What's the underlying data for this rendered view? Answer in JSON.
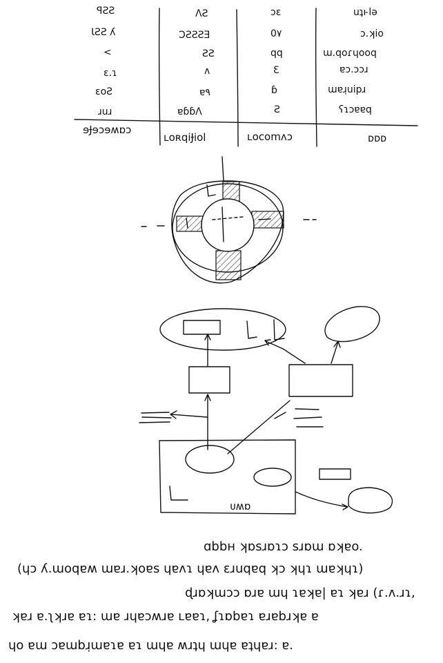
{
  "table": {
    "headers": [
      "ᴅᴅᴅ",
      "ʟocomᴧɔ",
      "ʟoʀqiɈiol",
      "ɘɈɘɔɘʍɒɔ"
    ],
    "rows": [
      [
        "uʇⱶlǝ",
        "ɔɛ",
        "ɅƧ",
        "ꟼƧƧ"
      ],
      [
        "ɔ.ʞio",
        "0٧",
        "ƆƧƧƧƎ",
        "ƖƧƧ ʎ"
      ],
      [
        "ɯ.qoɾɥooq",
        "qq",
        "ƧƧ",
        "<"
      ],
      [
        "ɐɔ.ɔɔɹ",
        "Ɛ",
        "ʌ",
        "ɛ.ɿ"
      ],
      [
        "ɯɐɹ̣uipɹ",
        "ɓ",
        "ɐ٩",
        "ɛoƧ"
      ],
      [
        "ʕɿɔɐɐq",
        "Ƨ",
        "ɐɓɓɅ",
        "ɹuɹ"
      ]
    ]
  },
  "diagram": {
    "cpu_label": "ᴜʍɒ"
  },
  "notes": {
    "lines": [
      "ɑbbʜ ʞɒsɹɒɿɔ sɹɒɯ ɒʞɐo.",
      "(ɥɔ ʎ.ɯoqɐʍ ɯɐɹ.ʞoɐs ɥɐʌɿ ɥɐʌ ɛɹuqɐq ʞɔ ʞɥɿ ɯɐʞɥɿ)",
      "ɖɹɒʞɯɔɔ ɒɹɐ ɯɥ ɿɐʞɐ| ɐɿ ʞɐɹ (ɾ.ʌ.ɹɿ,",
      "ʞɐɹ ɐ.ʅʞɹɐ ɐɿ: ɯɐ ɹɥɐɔʍɹɐ ʟɐɐɿ, ʆɿɒbɐɿ ɐɹɐbɹʞɐ ɐ",
      "ɥo ɐɯ ɔɐɯbɹ̣ɯɐɿɐ ɐɿ ɯɥɐ ʍɹʇɥ ɯɥɐ ɐʇɥɐɹ: ɐ."
    ]
  }
}
